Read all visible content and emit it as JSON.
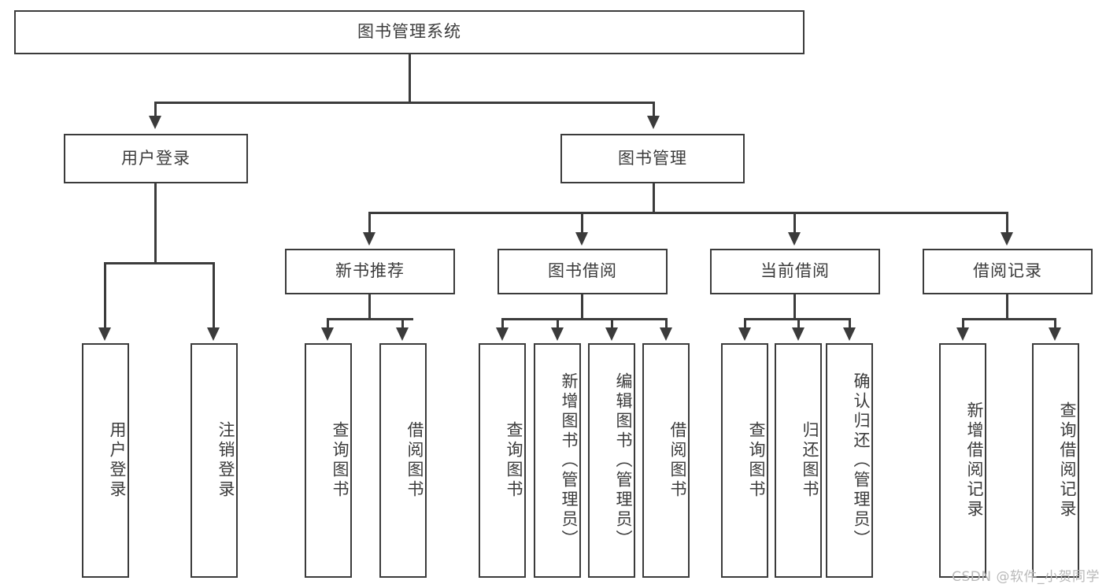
{
  "diagram": {
    "title": "图书管理系统",
    "type": "tree",
    "background": "#ffffff",
    "line_color": "#3b3b3b",
    "text_color": "#3b3b3b",
    "root": {
      "label": "图书管理系统"
    },
    "level2": [
      {
        "label": "用户登录"
      },
      {
        "label": "图书管理"
      }
    ],
    "level3": [
      {
        "label": "新书推荐"
      },
      {
        "label": "图书借阅"
      },
      {
        "label": "当前借阅"
      },
      {
        "label": "借阅记录"
      }
    ],
    "leaves": {
      "user_login": [
        {
          "label": "用户登录"
        },
        {
          "label": "注销登录"
        }
      ],
      "new_book_recommend": [
        {
          "label": "查询图书"
        },
        {
          "label": "借阅图书"
        }
      ],
      "book_borrow": [
        {
          "label": "查询图书"
        },
        {
          "label": "新增图书（管理员）"
        },
        {
          "label": "编辑图书（管理员）"
        },
        {
          "label": "借阅图书"
        }
      ],
      "current_borrow": [
        {
          "label": "查询图书"
        },
        {
          "label": "归还图书"
        },
        {
          "label": "确认归还（管理员）"
        }
      ],
      "borrow_record": [
        {
          "label": "新增借阅记录"
        },
        {
          "label": "查询借阅记录"
        }
      ]
    }
  },
  "watermark": {
    "text": "CSDN @软件_小贺同学"
  }
}
